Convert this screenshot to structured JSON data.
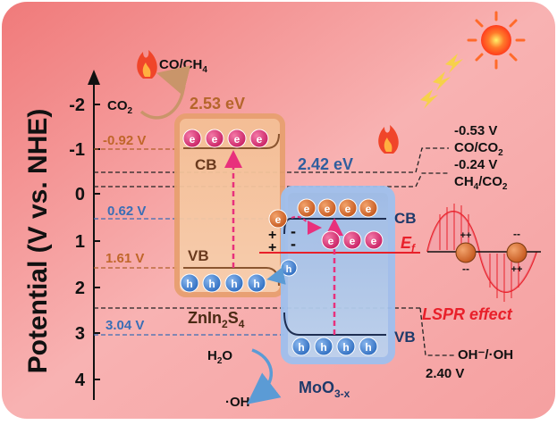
{
  "axis": {
    "label": "Potential (V vs. NHE)",
    "ticks": [
      "-2",
      "-1",
      "0",
      "1",
      "2",
      "3",
      "4"
    ]
  },
  "zninS": {
    "band_gap": "2.53 eV",
    "cb_label": "CB",
    "vb_label": "VB",
    "cb_potential": "-0.92 V",
    "vb_potential": "1.61 V",
    "name_main": "ZnIn",
    "name_sub1": "2",
    "name_mid": "S",
    "name_sub2": "4"
  },
  "moo": {
    "band_gap": "2.42 eV",
    "cb_label": "CB",
    "vb_label": "VB",
    "cb_potential": "0.62 V",
    "vb_potential": "3.04 V",
    "name_main": "MoO",
    "name_sub": "3-x"
  },
  "reactions": {
    "co2": "CO",
    "co2_sub": "2",
    "co_ch4": "CO/CH",
    "co_ch4_sub": "4",
    "h2o": "H",
    "h2o_sub": "2",
    "h2o_tail": "O",
    "oh": "·OH",
    "pot_co": "-0.53 V",
    "co_co2": "CO/CO",
    "co_co2_sub": "2",
    "pot_ch4": "-0.24 V",
    "ch4_co2": "CH",
    "ch4_co2_mid": "/CO",
    "ch4_sub": "4",
    "ch4_co2_sub": "2",
    "oh_pair": "OH⁻/·OH",
    "pot_oh": "2.40 V"
  },
  "labels": {
    "fermi": "E",
    "fermi_sub": "f",
    "lspr": "LSPR effect"
  },
  "carriers": {
    "electron": "e",
    "hole": "h",
    "plus": "+",
    "minus": "-"
  },
  "colors": {
    "zninS_box": "#f6c8a3",
    "moo_box": "#a9c5ea",
    "electron": "#e2337a",
    "hole": "#4b8ad6",
    "moo_electron": "#d9662e",
    "accent_red": "#e8202a",
    "orange_text": "#c0662a",
    "blue_text": "#3a6eb5"
  }
}
